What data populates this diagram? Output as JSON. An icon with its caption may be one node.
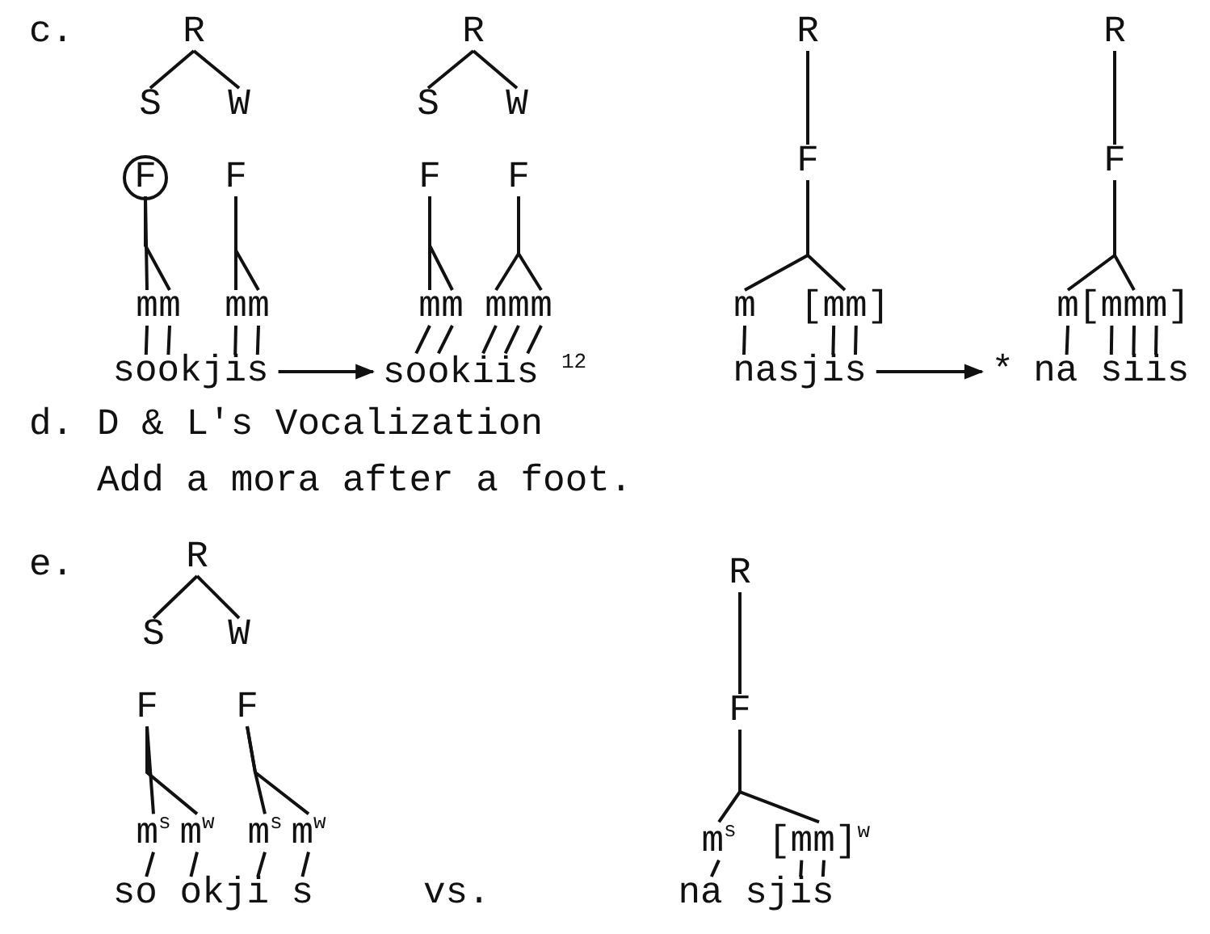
{
  "diagram": {
    "nodes": [
      {
        "text": [
          "R"
        ]
      },
      {
        "text": [
          "S"
        ]
      },
      {
        "text": [
          "W"
        ]
      },
      {
        "text": [],
        "shape": "circle"
      },
      {
        "text": [
          "F"
        ],
        "in": 3
      },
      {
        "text": [
          "F"
        ]
      },
      {
        "text": [
          "m"
        ]
      },
      {
        "text": [
          "m"
        ]
      },
      {
        "text": [
          "m"
        ]
      },
      {
        "text": [
          "m"
        ]
      },
      {
        "text": [
          "sookjis"
        ]
      },
      {
        "text": [
          "R"
        ]
      },
      {
        "text": [
          "S"
        ]
      },
      {
        "text": [
          "W"
        ]
      },
      {
        "text": [
          "F"
        ]
      },
      {
        "text": [
          "F"
        ]
      },
      {
        "text": [
          "m"
        ]
      },
      {
        "text": [
          "m"
        ]
      },
      {
        "text": [
          "m"
        ]
      },
      {
        "text": [
          "m"
        ]
      },
      {
        "text": [
          "m"
        ]
      },
      {
        "text": [
          "sookiis"
        ],
        "beside": [
          "12"
        ]
      },
      {
        "text": [
          "R"
        ]
      },
      {
        "text": [
          "F"
        ]
      },
      {
        "text": [
          "m"
        ]
      },
      {
        "text": [
          "[",
          "]"
        ]
      },
      {
        "text": [
          "m"
        ],
        "in": 25
      },
      {
        "text": [
          "m"
        ],
        "in": 25
      },
      {
        "text": [
          "nasjis"
        ]
      },
      {
        "text": [
          "R"
        ]
      },
      {
        "text": [
          "F"
        ]
      },
      {
        "text": [
          "m"
        ]
      },
      {
        "text": [
          "[",
          "]"
        ]
      },
      {
        "text": [
          "m"
        ],
        "in": 32
      },
      {
        "text": [
          "m"
        ],
        "in": 32
      },
      {
        "text": [
          "m"
        ],
        "in": 32
      },
      {
        "text": [
          "na siis"
        ],
        "beside": [
          "*"
        ]
      },
      {
        "text": [
          "R"
        ]
      },
      {
        "text": [
          "S"
        ]
      },
      {
        "text": [
          "W"
        ]
      },
      {
        "text": [
          "F"
        ]
      },
      {
        "text": [
          "F"
        ]
      },
      {
        "text": [
          "m$^{s}$"
        ]
      },
      {
        "text": [
          "m$^{w}$"
        ]
      },
      {
        "text": [
          "m$^{s}$"
        ]
      },
      {
        "text": [
          "m$^{w}$"
        ]
      },
      {
        "text": [
          "so okji s"
        ]
      },
      {
        "text": [
          "R"
        ]
      },
      {
        "text": [
          "F"
        ]
      },
      {
        "text": [
          "m$^{s}$"
        ]
      },
      {
        "text": [
          "[",
          "]$^{w}$"
        ]
      },
      {
        "text": [
          "m"
        ],
        "in": 50
      },
      {
        "text": [
          "m"
        ],
        "in": 50
      },
      {
        "text": [
          "na sjis"
        ]
      }
    ],
    "edges": [
      {
        "from": 0,
        "to": 1,
        "arrow": "none"
      },
      {
        "from": 0,
        "to": 2,
        "arrow": "none"
      },
      {
        "from": 4,
        "to": 6,
        "arrow": "none"
      },
      {
        "from": 4,
        "to": 7,
        "arrow": "none"
      },
      {
        "from": 5,
        "to": 8,
        "arrow": "none"
      },
      {
        "from": 5,
        "to": 9,
        "arrow": "none"
      },
      {
        "from": 6,
        "to": 10,
        "arrow": "none"
      },
      {
        "from": 7,
        "to": 10,
        "arrow": "none"
      },
      {
        "from": 8,
        "to": 10,
        "arrow": "none"
      },
      {
        "from": 9,
        "to": 10,
        "arrow": "none"
      },
      {
        "from": 10,
        "to": 21,
        "arrow": "to"
      },
      {
        "from": 11,
        "to": 12,
        "arrow": "none"
      },
      {
        "from": 11,
        "to": 13,
        "arrow": "none"
      },
      {
        "from": 14,
        "to": 16,
        "arrow": "none"
      },
      {
        "from": 14,
        "to": 17,
        "arrow": "none"
      },
      {
        "from": 15,
        "to": 18,
        "arrow": "none"
      },
      {
        "from": 15,
        "to": 20,
        "arrow": "none"
      },
      {
        "from": 16,
        "to": 21,
        "arrow": "none"
      },
      {
        "from": 17,
        "to": 21,
        "arrow": "none"
      },
      {
        "from": 18,
        "to": 21,
        "arrow": "none"
      },
      {
        "from": 19,
        "to": 21,
        "arrow": "none"
      },
      {
        "from": 20,
        "to": 21,
        "arrow": "none"
      },
      {
        "from": 22,
        "to": 23,
        "arrow": "none"
      },
      {
        "from": 23,
        "to": 24,
        "arrow": "none"
      },
      {
        "from": 23,
        "to": 25,
        "arrow": "none"
      },
      {
        "from": 24,
        "to": 28,
        "arrow": "none"
      },
      {
        "from": 26,
        "to": 28,
        "arrow": "none"
      },
      {
        "from": 27,
        "to": 28,
        "arrow": "none"
      },
      {
        "from": 28,
        "to": 36,
        "arrow": "to"
      },
      {
        "from": 29,
        "to": 30,
        "arrow": "none"
      },
      {
        "from": 30,
        "to": 31,
        "arrow": "none"
      },
      {
        "from": 30,
        "to": 32,
        "arrow": "none"
      },
      {
        "from": 31,
        "to": 36,
        "arrow": "none"
      },
      {
        "from": 33,
        "to": 36,
        "arrow": "none"
      },
      {
        "from": 34,
        "to": 36,
        "arrow": "none"
      },
      {
        "from": 35,
        "to": 36,
        "arrow": "none"
      },
      {
        "from": 37,
        "to": 38,
        "arrow": "none"
      },
      {
        "from": 37,
        "to": 39,
        "arrow": "none"
      },
      {
        "from": 40,
        "to": 42,
        "arrow": "none"
      },
      {
        "from": 40,
        "to": 43,
        "arrow": "none"
      },
      {
        "from": 41,
        "to": 44,
        "arrow": "none"
      },
      {
        "from": 41,
        "to": 45,
        "arrow": "none"
      },
      {
        "from": 42,
        "to": 46,
        "arrow": "none"
      },
      {
        "from": 43,
        "to": 46,
        "arrow": "none"
      },
      {
        "from": 44,
        "to": 46,
        "arrow": "none"
      },
      {
        "from": 45,
        "to": 46,
        "arrow": "none"
      },
      {
        "from": 47,
        "to": 48,
        "arrow": "none"
      },
      {
        "from": 48,
        "to": 49,
        "arrow": "none"
      },
      {
        "from": 48,
        "to": 50,
        "arrow": "none"
      },
      {
        "from": 49,
        "to": 53,
        "arrow": "none"
      },
      {
        "from": 51,
        "to": 53,
        "arrow": "none"
      },
      {
        "from": 52,
        "to": 53,
        "arrow": "none"
      }
    ],
    "labels": [
      "c.",
      "d.",
      "D & L's Vocalization",
      "Add a mora after a foot.",
      "e.",
      "vs."
    ]
  }
}
